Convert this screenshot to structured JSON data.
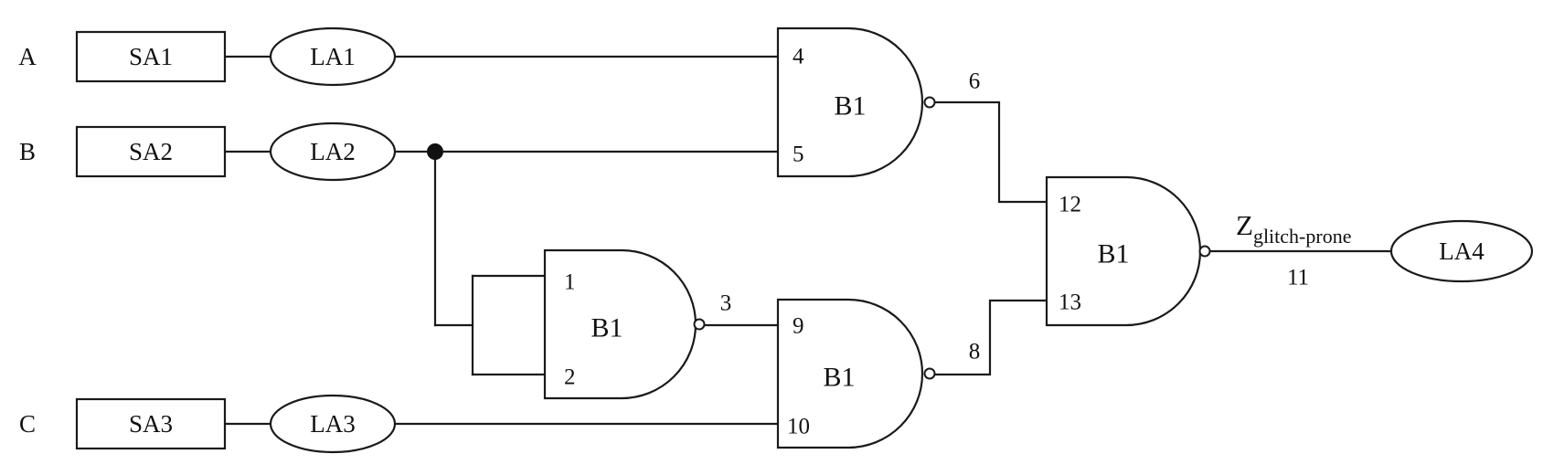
{
  "inputs": {
    "a": {
      "signal": "A",
      "switch": "SA1",
      "lamp": "LA1"
    },
    "b": {
      "signal": "B",
      "switch": "SA2",
      "lamp": "LA2"
    },
    "c": {
      "signal": "C",
      "switch": "SA3",
      "lamp": "LA3"
    }
  },
  "gates": {
    "g1": {
      "name": "B1",
      "pin_in_1": "4",
      "pin_in_2": "5",
      "pin_out": "6"
    },
    "g2": {
      "name": "B1",
      "pin_in_1": "1",
      "pin_in_2": "2",
      "pin_out": "3"
    },
    "g3": {
      "name": "B1",
      "pin_in_1": "9",
      "pin_in_2": "10",
      "pin_out": "8"
    },
    "g4": {
      "name": "B1",
      "pin_in_1": "12",
      "pin_in_2": "13",
      "pin_out": "11"
    }
  },
  "output": {
    "main": "Z",
    "subscript": "glitch-prone",
    "lamp": "LA4"
  }
}
